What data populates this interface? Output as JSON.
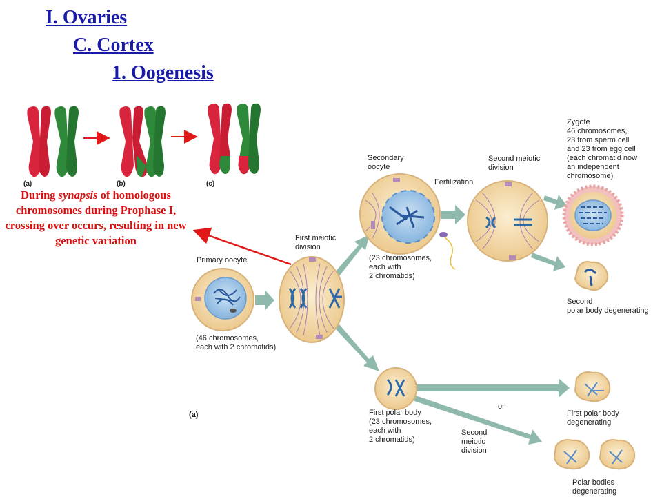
{
  "headings": {
    "level1": "I.  Ovaries",
    "level2": "C.  Cortex",
    "level3": "1.  Oogenesis"
  },
  "note": {
    "before": "During ",
    "emphasis": "synapsis",
    "after": " of homologous chromosomes during Prophase I, crossing over occurs, resulting in new genetic variation"
  },
  "chromosome_panels": {
    "a": "(a)",
    "b": "(b)",
    "c": "(c)"
  },
  "diagram": {
    "panel_label": "(a)",
    "primary_oocyte": "Primary oocyte",
    "primary_count": [
      "(46 chromosomes,",
      "each with 2 chromatids)"
    ],
    "first_meiotic": [
      "First meiotic",
      "division"
    ],
    "secondary_oocyte": [
      "Secondary",
      "oocyte"
    ],
    "secondary_count": [
      "(23 chromosomes,",
      "each with",
      "2 chromatids)"
    ],
    "fertilization": "Fertilization",
    "second_meiotic_top": [
      "Second meiotic",
      "division"
    ],
    "zygote": [
      "Zygote",
      "46 chromosomes,",
      "23 from sperm cell",
      "and 23 from egg cell",
      "(each chromatid now",
      "an independent",
      "chromosome)"
    ],
    "second_polar": [
      "Second",
      "polar body degenerating"
    ],
    "first_polar": [
      "First polar body",
      "(23 chromosomes,",
      "each with",
      "2 chromatids)"
    ],
    "or": "or",
    "second_meiotic_bottom": [
      "Second",
      "meiotic",
      "division"
    ],
    "first_polar_degen": [
      "First polar body",
      "degenerating"
    ],
    "polar_bodies_degen": [
      "Polar bodies",
      "degenerating"
    ]
  },
  "colors": {
    "heading": "#1a1aa8",
    "note": "#d81010",
    "chromosome_red": "#d8243c",
    "chromosome_green": "#2e8a3a",
    "flow_arrow": "#8fb9ad",
    "cell_fill": "#f4ddb0",
    "nucleus": "#9fc6ea"
  }
}
